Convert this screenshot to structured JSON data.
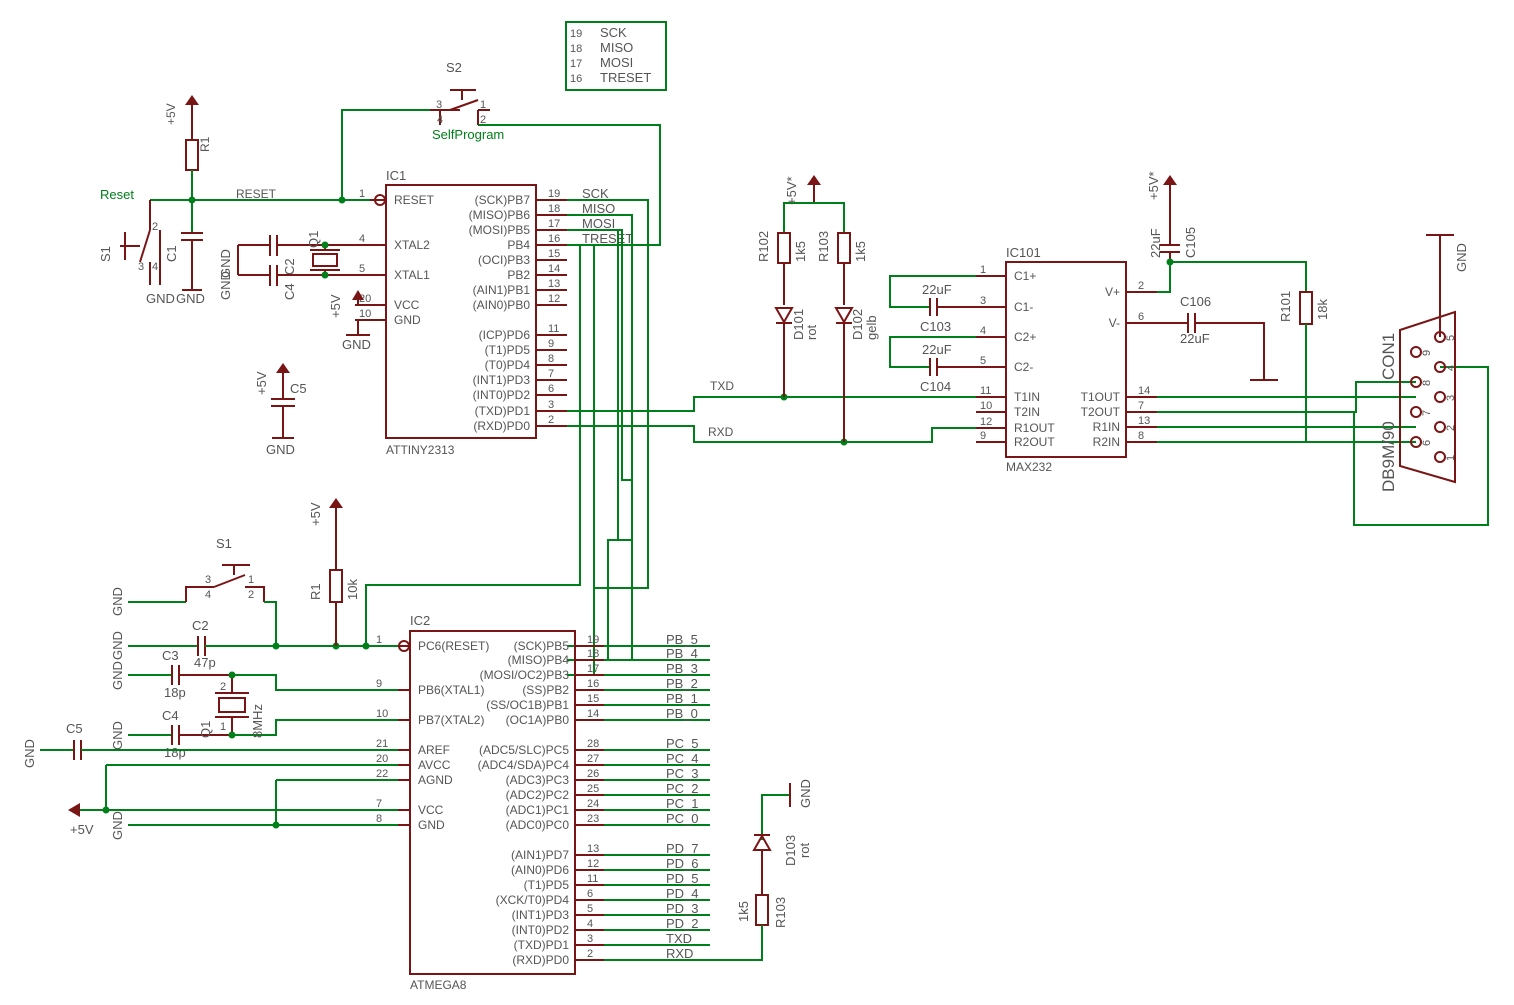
{
  "ic1": {
    "name": "IC1",
    "value": "ATTINY2313",
    "left": [
      {
        "num": "1",
        "label": "RESET"
      },
      {
        "num": "4",
        "label": "XTAL2"
      },
      {
        "num": "5",
        "label": "XTAL1"
      },
      {
        "num": "20",
        "label": "VCC"
      },
      {
        "num": "10",
        "label": "GND"
      }
    ],
    "right": [
      {
        "num": "19",
        "label": "(SCK)PB7"
      },
      {
        "num": "18",
        "label": "(MISO)PB6"
      },
      {
        "num": "17",
        "label": "(MOSI)PB5"
      },
      {
        "num": "16",
        "label": "PB4"
      },
      {
        "num": "15",
        "label": "(OCI)PB3"
      },
      {
        "num": "14",
        "label": "PB2"
      },
      {
        "num": "13",
        "label": "(AIN1)PB1"
      },
      {
        "num": "12",
        "label": "(AIN0)PB0"
      },
      {
        "num": "11",
        "label": "(ICP)PD6"
      },
      {
        "num": "9",
        "label": "(T1)PD5"
      },
      {
        "num": "8",
        "label": "(T0)PD4"
      },
      {
        "num": "7",
        "label": "(INT1)PD3"
      },
      {
        "num": "6",
        "label": "(INT0)PD2"
      },
      {
        "num": "3",
        "label": "(TXD)PD1"
      },
      {
        "num": "2",
        "label": "(RXD)PD0"
      }
    ]
  },
  "ic2": {
    "name": "IC2",
    "value": "ATMEGA8",
    "left": [
      {
        "num": "1",
        "label": "PC6(RESET)"
      },
      {
        "num": "9",
        "label": "PB6(XTAL1)"
      },
      {
        "num": "10",
        "label": "PB7(XTAL2)"
      },
      {
        "num": "21",
        "label": "AREF"
      },
      {
        "num": "20",
        "label": "AVCC"
      },
      {
        "num": "22",
        "label": "AGND"
      },
      {
        "num": "7",
        "label": "VCC"
      },
      {
        "num": "8",
        "label": "GND"
      }
    ],
    "right": [
      {
        "num": "19",
        "label": "(SCK)PB5",
        "net": "PB_5"
      },
      {
        "num": "18",
        "label": "(MISO)PB4",
        "net": "PB_4"
      },
      {
        "num": "17",
        "label": "(MOSI/OC2)PB3",
        "net": "PB_3"
      },
      {
        "num": "16",
        "label": "(SS)PB2",
        "net": "PB_2"
      },
      {
        "num": "15",
        "label": "(SS/OC1B)PB1",
        "net": "PB_1"
      },
      {
        "num": "14",
        "label": "(OC1A)PB0",
        "net": "PB_0"
      },
      {
        "num": "28",
        "label": "(ADC5/SLC)PC5",
        "net": "PC_5"
      },
      {
        "num": "27",
        "label": "(ADC4/SDA)PC4",
        "net": "PC_4"
      },
      {
        "num": "26",
        "label": "(ADC3)PC3",
        "net": "PC_3"
      },
      {
        "num": "25",
        "label": "(ADC2)PC2",
        "net": "PC_2"
      },
      {
        "num": "24",
        "label": "(ADC1)PC1",
        "net": "PC_1"
      },
      {
        "num": "23",
        "label": "(ADC0)PC0",
        "net": "PC_0"
      },
      {
        "num": "13",
        "label": "(AIN1)PD7",
        "net": "PD_7"
      },
      {
        "num": "12",
        "label": "(AIN0)PD6",
        "net": "PD_6"
      },
      {
        "num": "11",
        "label": "(T1)PD5",
        "net": "PD_5"
      },
      {
        "num": "6",
        "label": "(XCK/T0)PD4",
        "net": "PD_4"
      },
      {
        "num": "5",
        "label": "(INT1)PD3",
        "net": "PD_3"
      },
      {
        "num": "4",
        "label": "(INT0)PD2",
        "net": "PD_2"
      },
      {
        "num": "3",
        "label": "(TXD)PD1",
        "net": "TXD"
      },
      {
        "num": "2",
        "label": "(RXD)PD0",
        "net": "RXD"
      }
    ]
  },
  "ic101": {
    "name": "IC101",
    "value": "MAX232",
    "left": [
      {
        "num": "1",
        "label": "C1+"
      },
      {
        "num": "3",
        "label": "C1-"
      },
      {
        "num": "4",
        "label": "C2+"
      },
      {
        "num": "5",
        "label": "C2-"
      },
      {
        "num": "11",
        "label": "T1IN"
      },
      {
        "num": "10",
        "label": "T2IN"
      },
      {
        "num": "12",
        "label": "R1OUT"
      },
      {
        "num": "9",
        "label": "R2OUT"
      }
    ],
    "right": [
      {
        "num": "2",
        "label": "V+"
      },
      {
        "num": "6",
        "label": "V-"
      },
      {
        "num": "14",
        "label": "T1OUT"
      },
      {
        "num": "7",
        "label": "T2OUT"
      },
      {
        "num": "13",
        "label": "R1IN"
      },
      {
        "num": "8",
        "label": "R2IN"
      }
    ]
  },
  "isp_table": [
    {
      "num": "19",
      "sig": "SCK"
    },
    {
      "num": "18",
      "sig": "MISO"
    },
    {
      "num": "17",
      "sig": "MOSI"
    },
    {
      "num": "16",
      "sig": "TRESET"
    }
  ],
  "labels": {
    "plus5v": "+5V",
    "plus5v_star": "+5V*",
    "gnd": "GND",
    "reset_net": "Reset",
    "reset_upper": "RESET",
    "self_program": "SelfProgram",
    "s2": "S2",
    "s1": "S1",
    "s1b": "S1",
    "r1": "R1",
    "r1b": "R1",
    "r1b_val": "10k",
    "c1": "C1",
    "c2": "C2",
    "c4": "C4",
    "c5": "C5",
    "q1": "Q1",
    "c2b": "C2",
    "c2b_val": "47p",
    "c3b": "C3",
    "c3b_val": "18p",
    "c4b": "C4",
    "c4b_val": "18p",
    "c5b": "C5",
    "q1b": "Q1",
    "q1b_val": "8MHz",
    "r102": "R102",
    "r102_val": "1k5",
    "r103": "R103",
    "r103_val": "1k5",
    "d101": "D101",
    "d101_val": "rot",
    "d102": "D102",
    "d102_val": "gelb",
    "c103": "C103",
    "c103_val": "22uF",
    "c104": "C104",
    "c104_val": "22uF",
    "c105": "C105",
    "c105_val": "22uF",
    "c106": "C106",
    "c106_val": "22uF",
    "r101": "R101",
    "r101_val": "18k",
    "con1": "CON1",
    "con1_val": "DB9M/90",
    "txd": "TXD",
    "rxd": "RXD",
    "d103": "D103",
    "d103_val": "rot",
    "r103b": "R103",
    "r103b_val": "1k5",
    "sck": "SCK",
    "miso": "MISO",
    "mosi": "MOSI",
    "treset": "TRESET",
    "sw_pins": [
      "1",
      "2",
      "3",
      "4"
    ],
    "q_pins": [
      "1",
      "2"
    ],
    "db9_pins": [
      "1",
      "2",
      "3",
      "4",
      "5",
      "6",
      "7",
      "8",
      "9"
    ]
  },
  "colors": {
    "wire": "#00801a",
    "part": "#7a1515",
    "text": "#555555"
  }
}
